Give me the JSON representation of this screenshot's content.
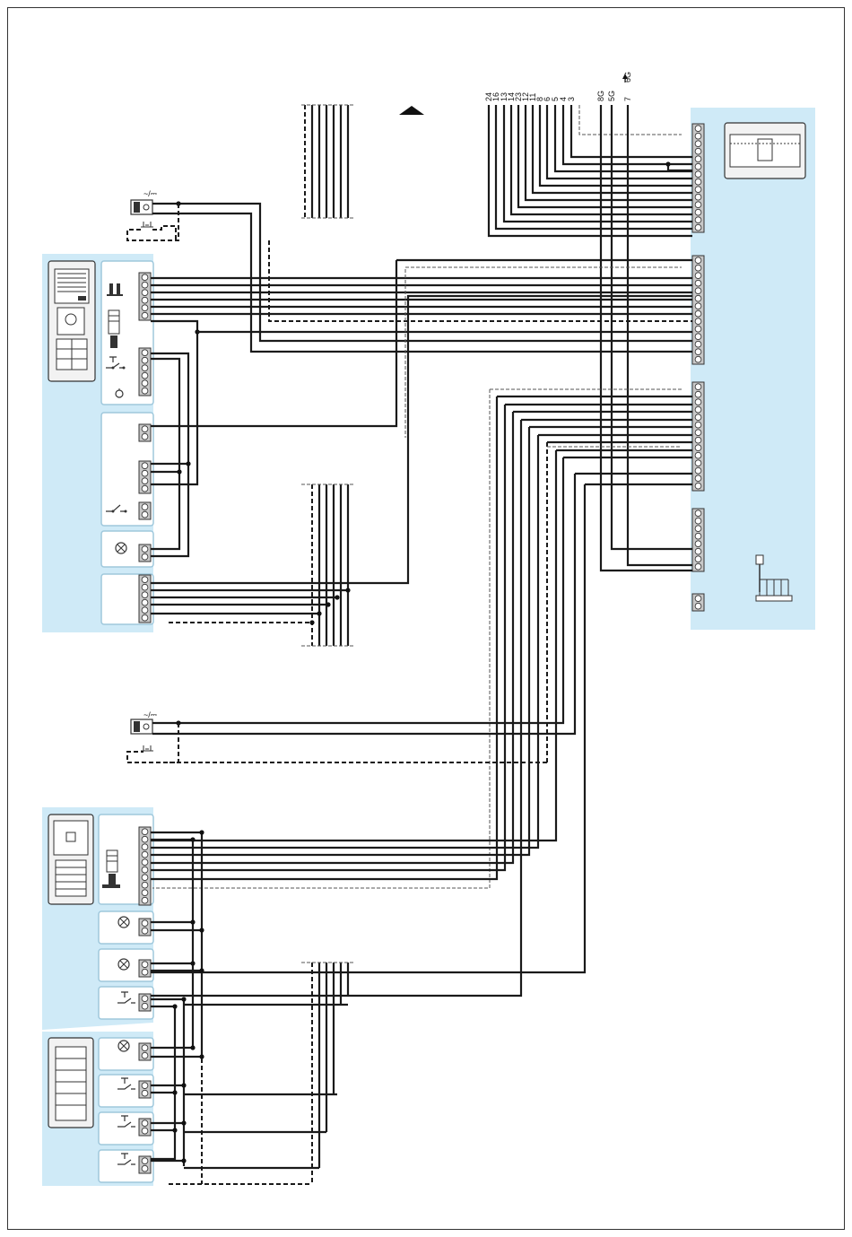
{
  "wire_labels": {
    "top_bus": [
      "24",
      "16",
      "13",
      "14",
      "23",
      "12",
      "11",
      "8",
      "6",
      "5",
      "4",
      "3",
      "8G",
      "5G",
      "7",
      "6G"
    ]
  },
  "symbols": {
    "power_supply": "~/⎓"
  },
  "colors": {
    "panel_fill": "#cfeaf7",
    "wire": "#1a1a1a",
    "terminal": "#c8c8c8"
  },
  "icons": [
    "power-supply-icon",
    "key-switch-icon",
    "button-icon",
    "lamp-icon",
    "lock-icon",
    "microphone-icon",
    "camera-panel-icon",
    "keypad-panel-icon",
    "button-panel-icon",
    "control-unit-icon",
    "direction-arrow-icon"
  ]
}
